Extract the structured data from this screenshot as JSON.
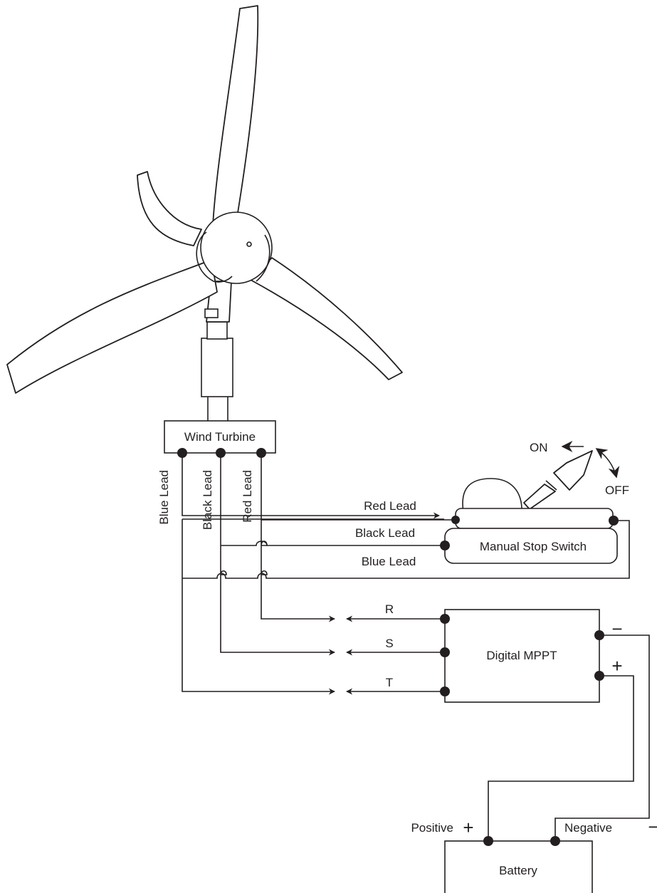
{
  "components": {
    "wind_turbine": "Wind Turbine",
    "manual_stop_switch": "Manual Stop Switch",
    "digital_mppt": "Digital MPPT",
    "battery": "Battery"
  },
  "switch": {
    "on": "ON",
    "off": "OFF"
  },
  "vertical_leads": {
    "blue": "Blue  Lead",
    "black": "Black Lead",
    "red": "Red Lead"
  },
  "switch_leads": {
    "red": "Red Lead",
    "black": "Black Lead",
    "blue": "Blue Lead"
  },
  "phases": {
    "r": "R",
    "s": "S",
    "t": "T"
  },
  "mppt_terminals": {
    "negative": "−",
    "positive": "+"
  },
  "battery_terminals": {
    "positive": "Positive",
    "positive_sign": "+",
    "negative": "Negative",
    "negative_sign": "−"
  }
}
